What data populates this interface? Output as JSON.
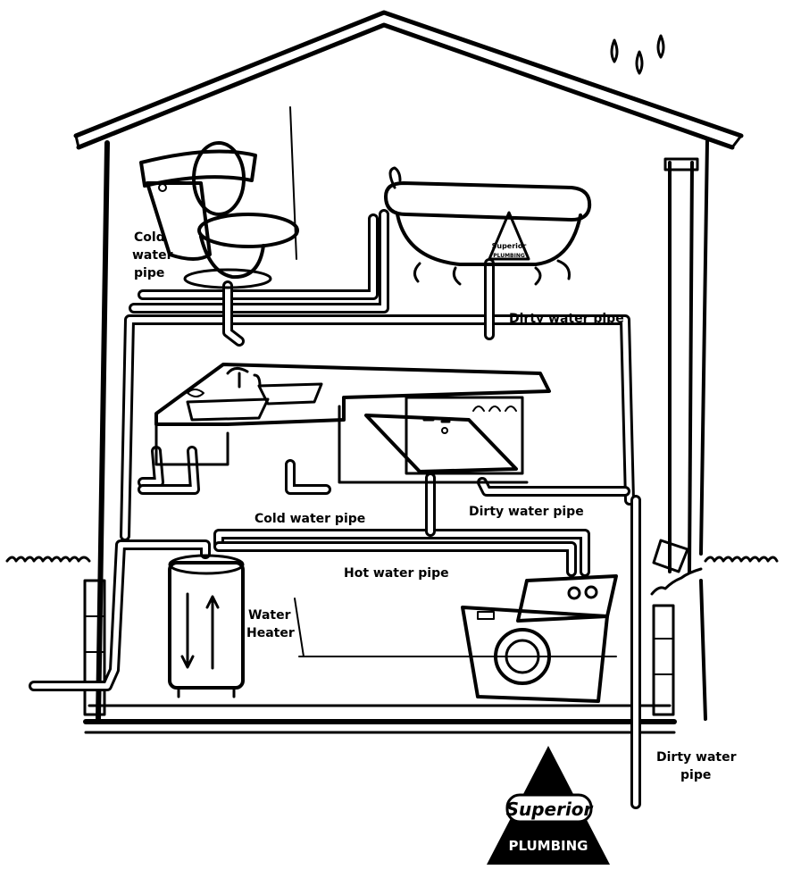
{
  "labels": {
    "cold_top_1": "Cold",
    "cold_top_2": "water",
    "cold_top_3": "pipe",
    "dirty_top": "Dirty water pipe",
    "cold_mid": "Cold water pipe",
    "dirty_mid": "Dirty water pipe",
    "hot": "Hot water pipe",
    "heater_1": "Water",
    "heater_2": "Heater",
    "dirty_out_1": "Dirty water",
    "dirty_out_2": "pipe"
  },
  "logo": {
    "brand": "Superior",
    "sub": "PLUMBING"
  }
}
